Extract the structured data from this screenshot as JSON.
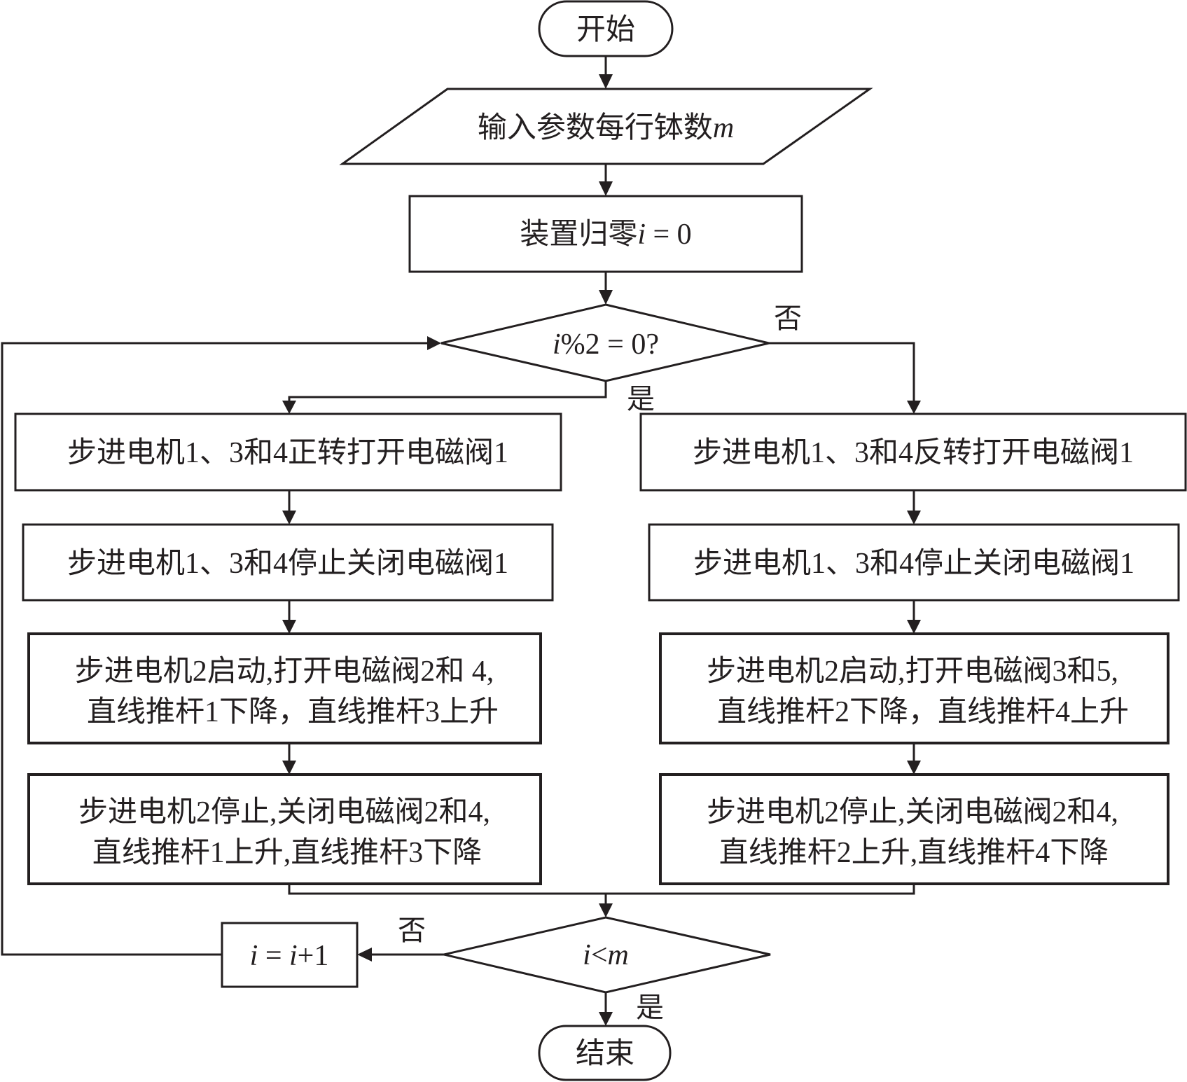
{
  "flowchart": {
    "start": {
      "label": "开始"
    },
    "input": {
      "text": "输入参数每行钵数",
      "var": "m"
    },
    "init": {
      "text": "装置归零",
      "var": "i",
      "rest": " = 0"
    },
    "decision_parity": {
      "var": "i",
      "rest": "%2 = 0?",
      "yes_label": "是",
      "no_label": "否"
    },
    "branch_even": {
      "steps": [
        {
          "lines": [
            "步进电机1、3和4正转打开电磁阀1"
          ]
        },
        {
          "lines": [
            "步进电机1、3和4停止关闭电磁阀1"
          ]
        },
        {
          "lines": [
            "步进电机2启动,打开电磁阀2和 4,",
            "直线推杆1下降，直线推杆3上升"
          ]
        },
        {
          "lines": [
            "步进电机2停止,关闭电磁阀2和4,",
            "直线推杆1上升,直线推杆3下降"
          ]
        }
      ]
    },
    "branch_odd": {
      "steps": [
        {
          "lines": [
            "步进电机1、3和4反转打开电磁阀1"
          ]
        },
        {
          "lines": [
            "步进电机1、3和4停止关闭电磁阀1"
          ]
        },
        {
          "lines": [
            "步进电机2启动,打开电磁阀3和5,",
            "直线推杆2下降，直线推杆4上升"
          ]
        },
        {
          "lines": [
            "步进电机2停止,关闭电磁阀2和4,",
            "直线推杆2上升,直线推杆4下降"
          ]
        }
      ]
    },
    "decision_loop": {
      "var1": "i",
      "op": "<",
      "var2": "m",
      "yes_label": "是",
      "no_label": "否"
    },
    "increment": {
      "var": "i",
      "mid": " = ",
      "var2": "i",
      "rest": "+1"
    },
    "end": {
      "label": "结束"
    }
  }
}
